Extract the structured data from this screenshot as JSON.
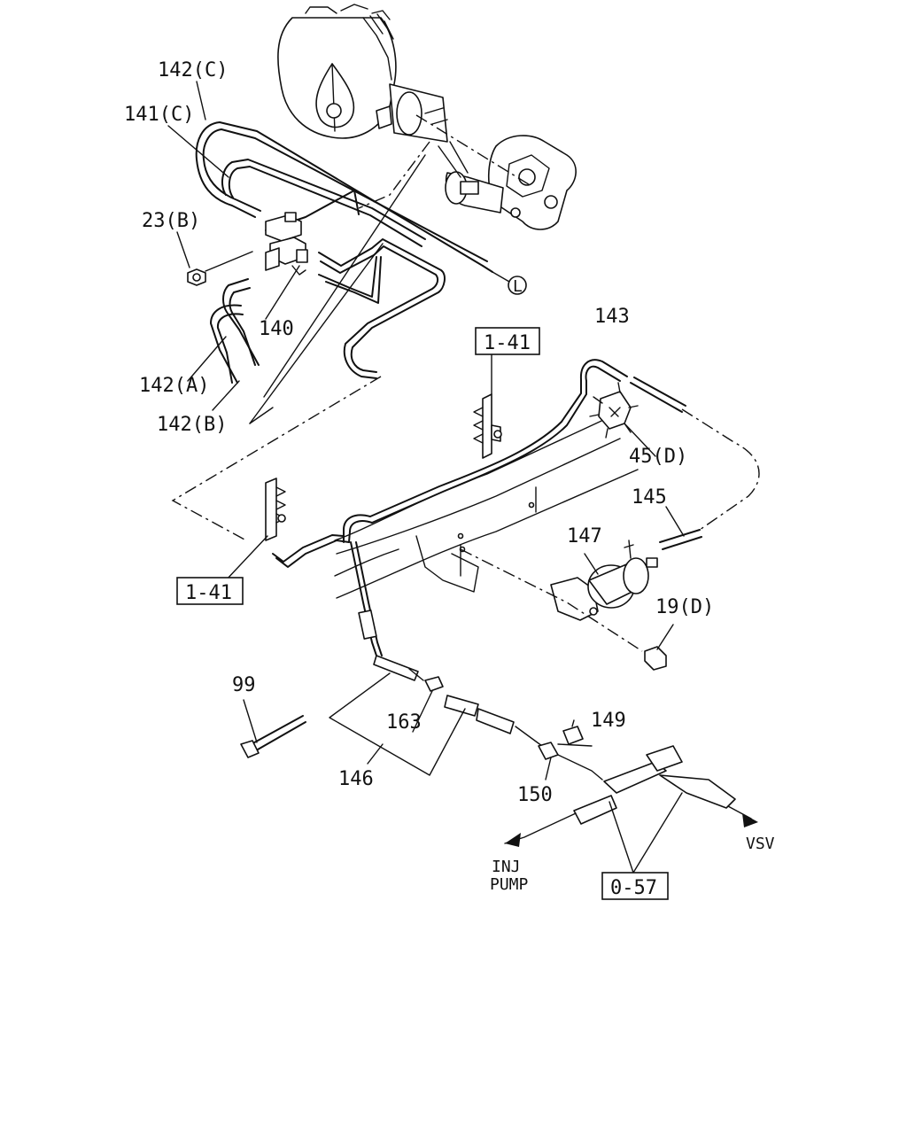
{
  "labels": {
    "p142c": "142(C)",
    "p141c": "141(C)",
    "p23b": "23(B)",
    "pL": "L",
    "p140": "140",
    "p142a": "142(A)",
    "p142b": "142(B)",
    "p143": "143",
    "p45d": "45(D)",
    "p145": "145",
    "p147": "147",
    "p19d": "19(D)",
    "p99": "99",
    "p163": "163",
    "p146": "146",
    "p149": "149",
    "p150": "150",
    "vsv": "VSV",
    "inj": "INJ",
    "pump": "PUMP"
  },
  "refs": {
    "r141_top": "1-41",
    "r141_bottom": "1-41",
    "r057": "0-57"
  }
}
